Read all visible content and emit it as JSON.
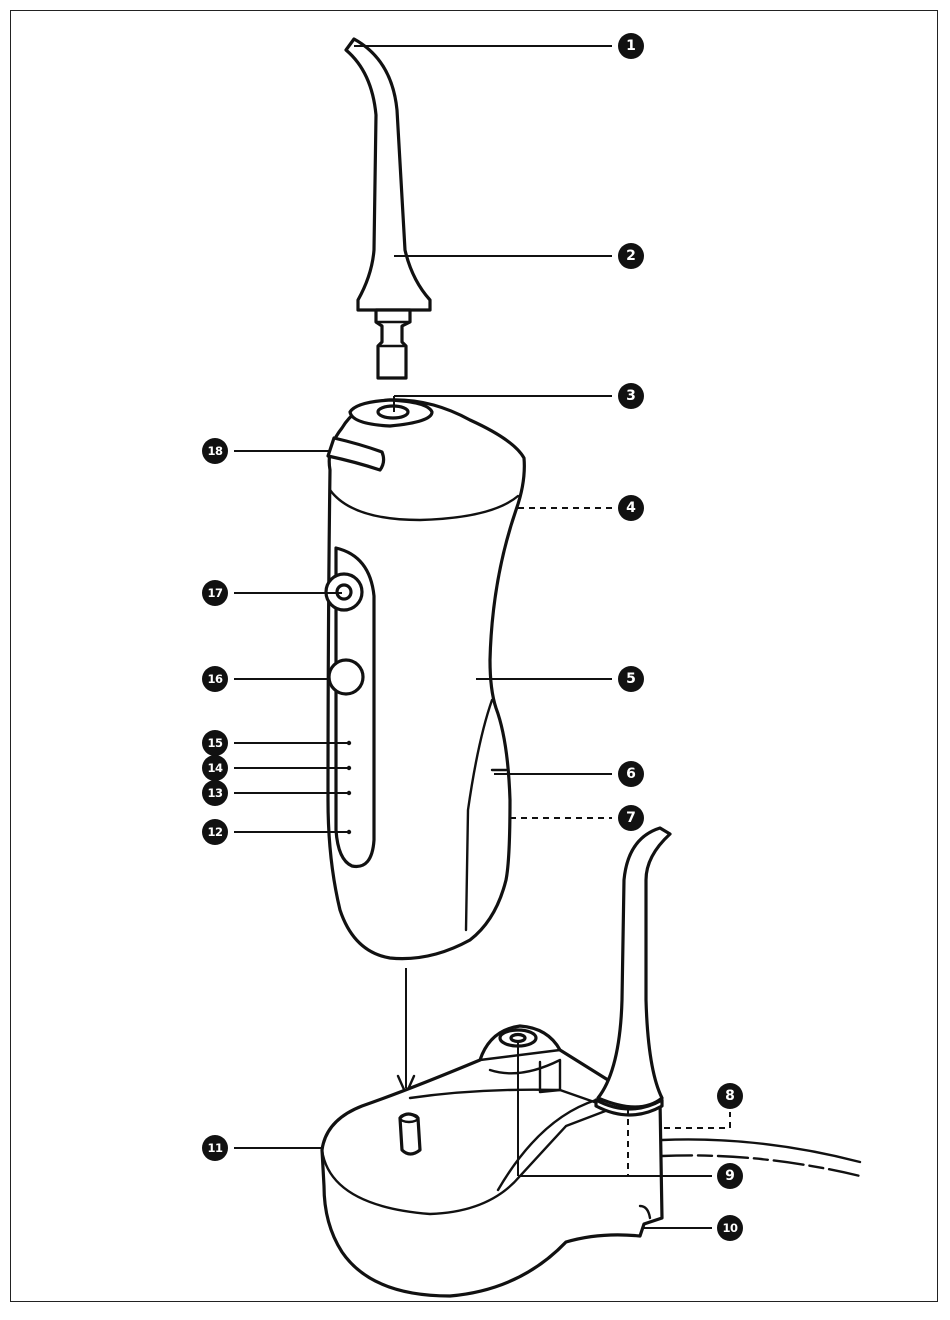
{
  "callouts": [
    {
      "number": "1"
    },
    {
      "number": "2"
    },
    {
      "number": "3"
    },
    {
      "number": "4"
    },
    {
      "number": "5"
    },
    {
      "number": "6"
    },
    {
      "number": "7"
    },
    {
      "number": "8"
    },
    {
      "number": "9"
    },
    {
      "number": "10"
    },
    {
      "number": "11"
    },
    {
      "number": "12"
    },
    {
      "number": "13"
    },
    {
      "number": "14"
    },
    {
      "number": "15"
    },
    {
      "number": "16"
    },
    {
      "number": "17"
    },
    {
      "number": "18"
    }
  ],
  "colors": {
    "line": "#111111",
    "badge": "#111111",
    "badge_text": "#ffffff",
    "background": "#ffffff"
  }
}
